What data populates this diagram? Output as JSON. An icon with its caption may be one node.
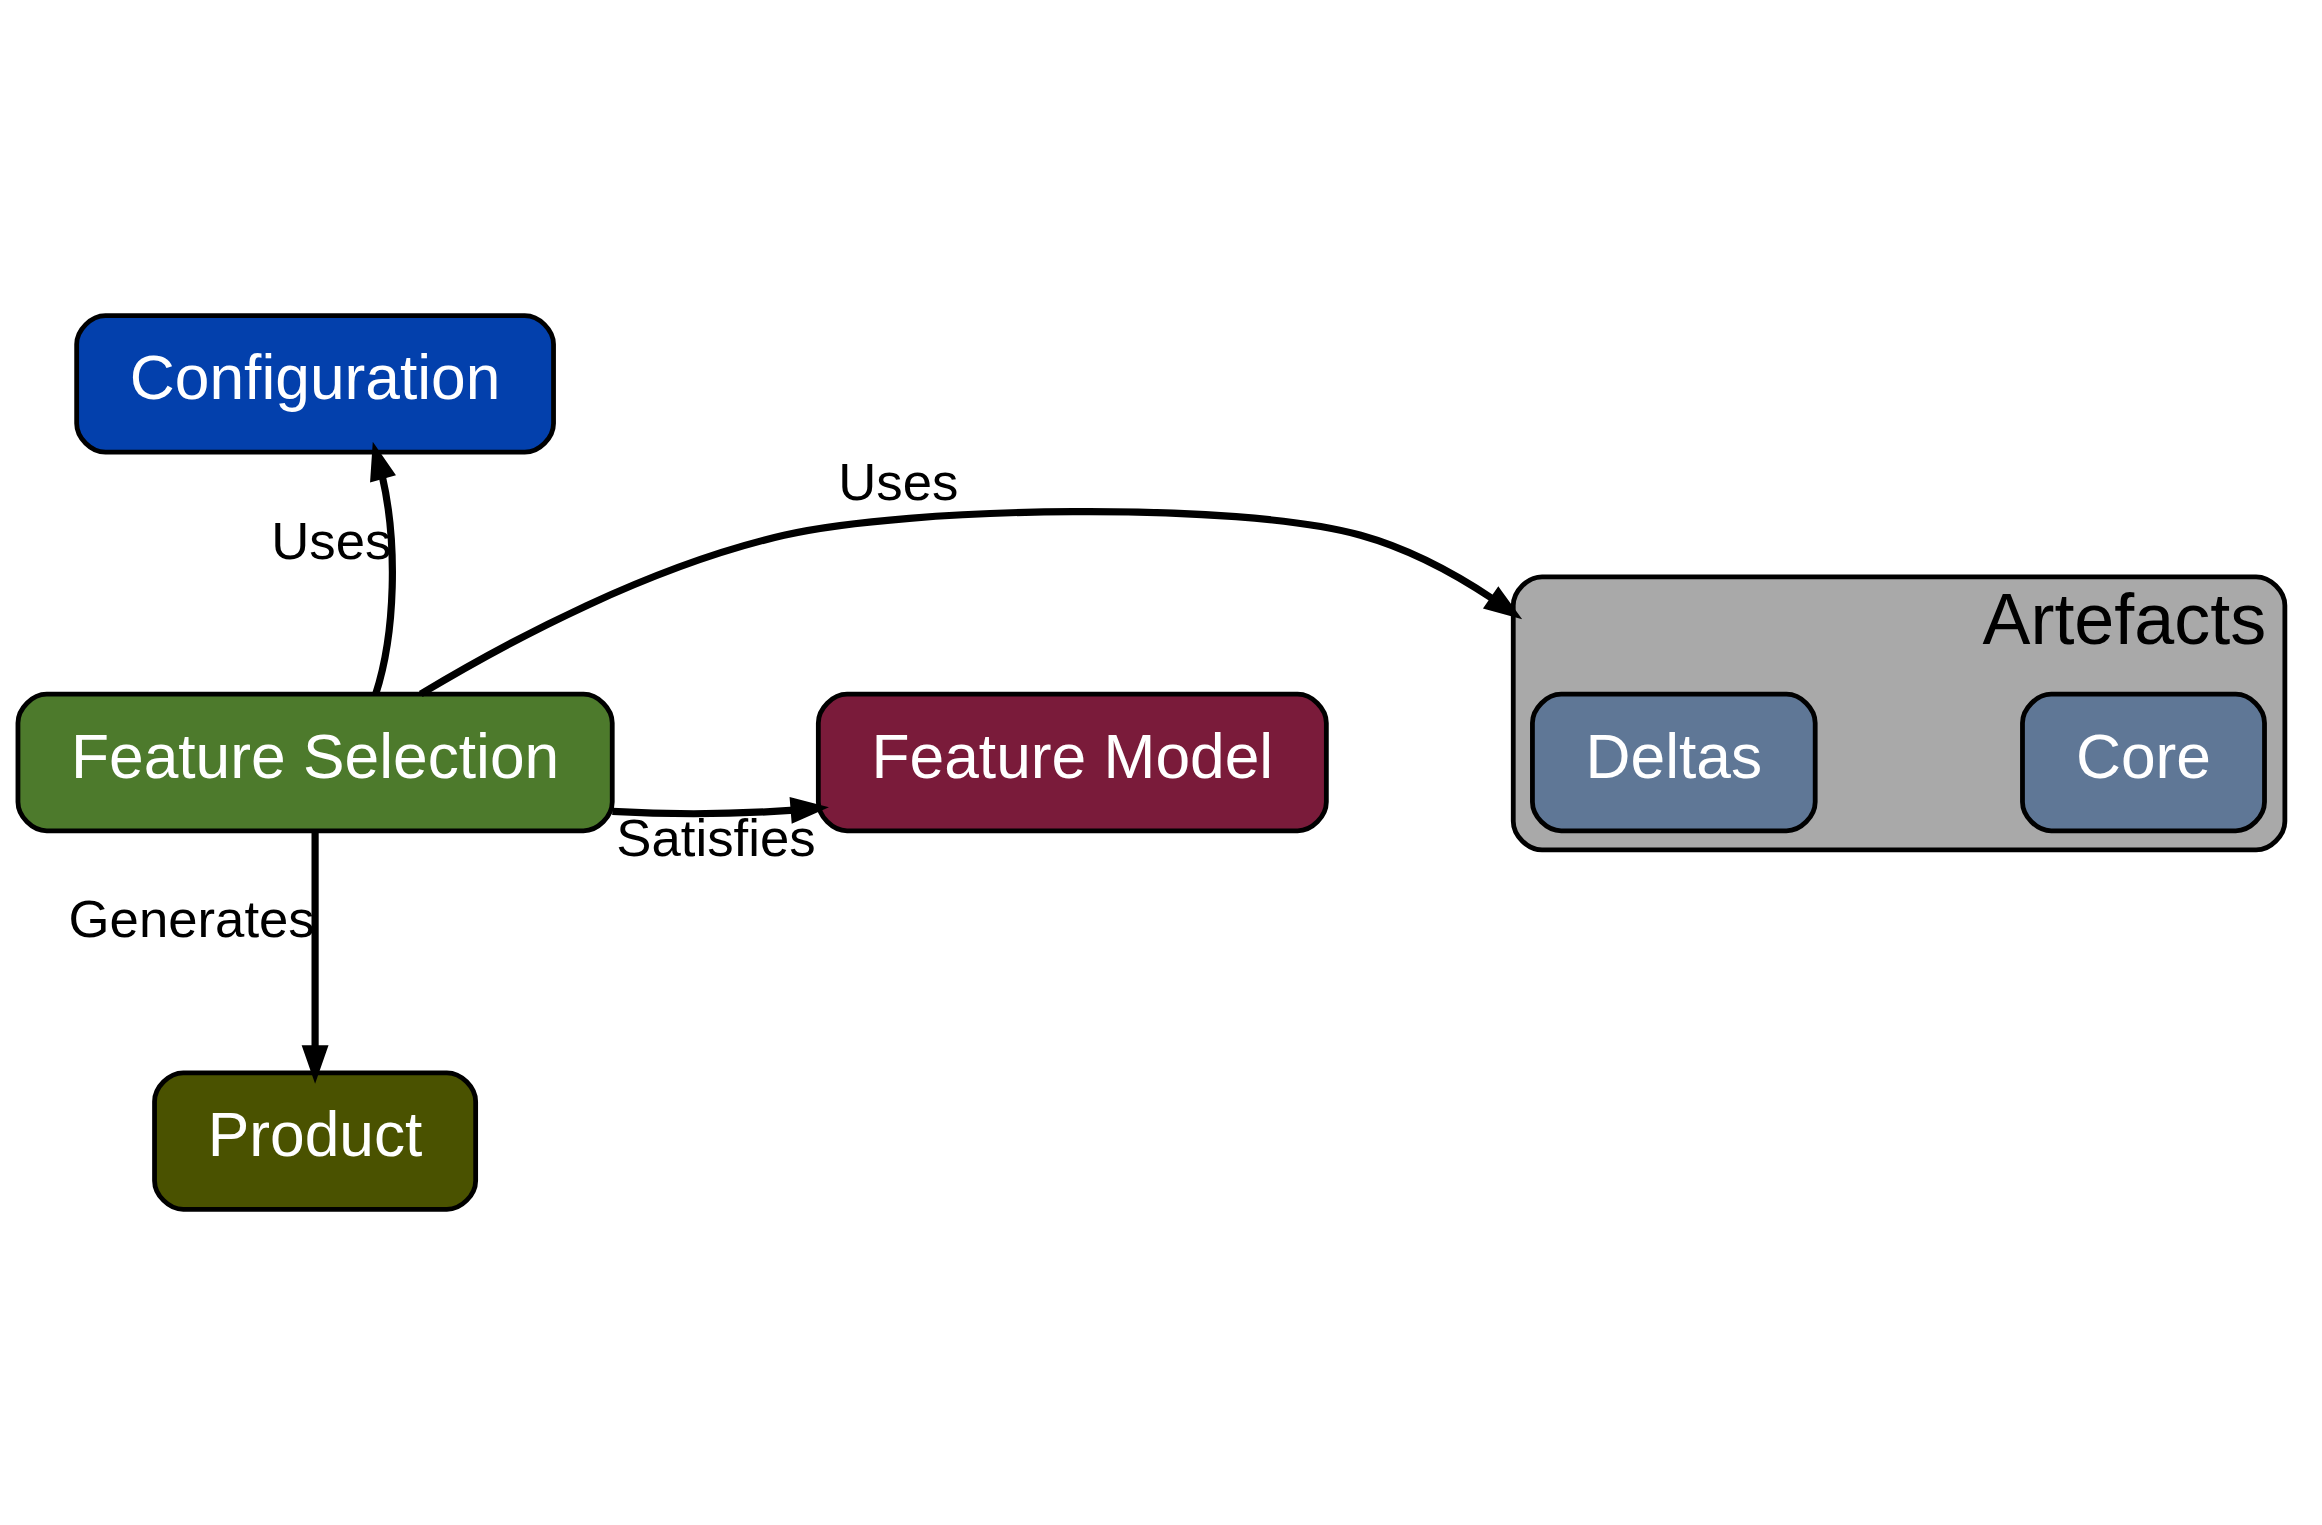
{
  "diagram": {
    "nodes": [
      {
        "text": [
          "Configuration"
        ]
      },
      {
        "text": [
          "Feature Model"
        ]
      },
      {
        "text": [
          "Artefacts"
        ]
      },
      {
        "text": [
          "Deltas"
        ],
        "in": 2
      },
      {
        "text": [
          "Core"
        ],
        "in": 2
      },
      {
        "text": [
          "Feature Selection"
        ]
      },
      {
        "text": [
          "Product"
        ]
      }
    ],
    "edges": [
      {
        "from": 5,
        "to": 0,
        "arrow": "to",
        "label": "Uses"
      },
      {
        "from": 5,
        "to": 1,
        "arrow": "to",
        "label": "Satisfies"
      },
      {
        "from": 5,
        "to": 2,
        "arrow": "to",
        "label": "Uses"
      },
      {
        "from": 5,
        "to": 6,
        "arrow": "to",
        "label": "Generates"
      }
    ]
  }
}
